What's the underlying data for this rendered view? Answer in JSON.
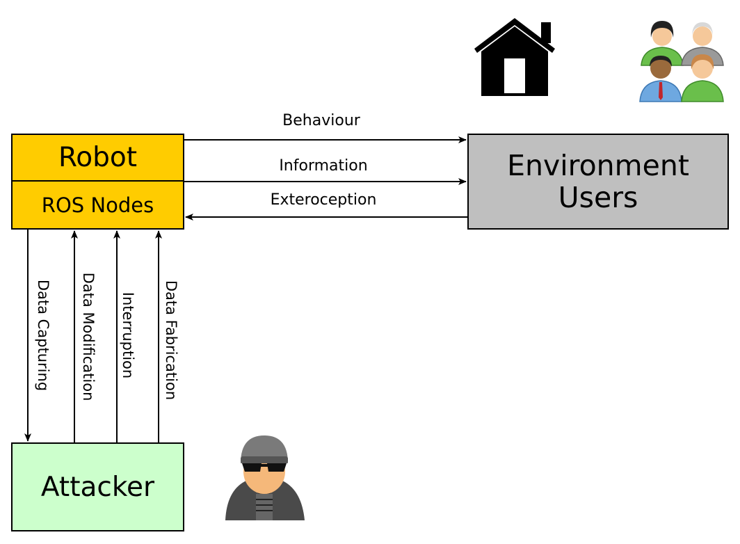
{
  "robot": {
    "title": "Robot",
    "subtitle": "ROS Nodes"
  },
  "environment": {
    "line1": "Environment",
    "line2": "Users"
  },
  "attacker": {
    "label": "Attacker"
  },
  "flows": {
    "behaviour": "Behaviour",
    "information": "Information",
    "exteroception": "Exteroception"
  },
  "attacks": {
    "capturing": "Data Capturing",
    "modification": "Data Modification",
    "interruption": "Interruption",
    "fabrication": "Data Fabrication"
  },
  "icons": {
    "house": "house-icon",
    "users": "users-group-icon",
    "attacker": "hacker-icon"
  },
  "colors": {
    "robot": "#ffcc00",
    "environment": "#bfbfbf",
    "attacker": "#ccffcc"
  }
}
